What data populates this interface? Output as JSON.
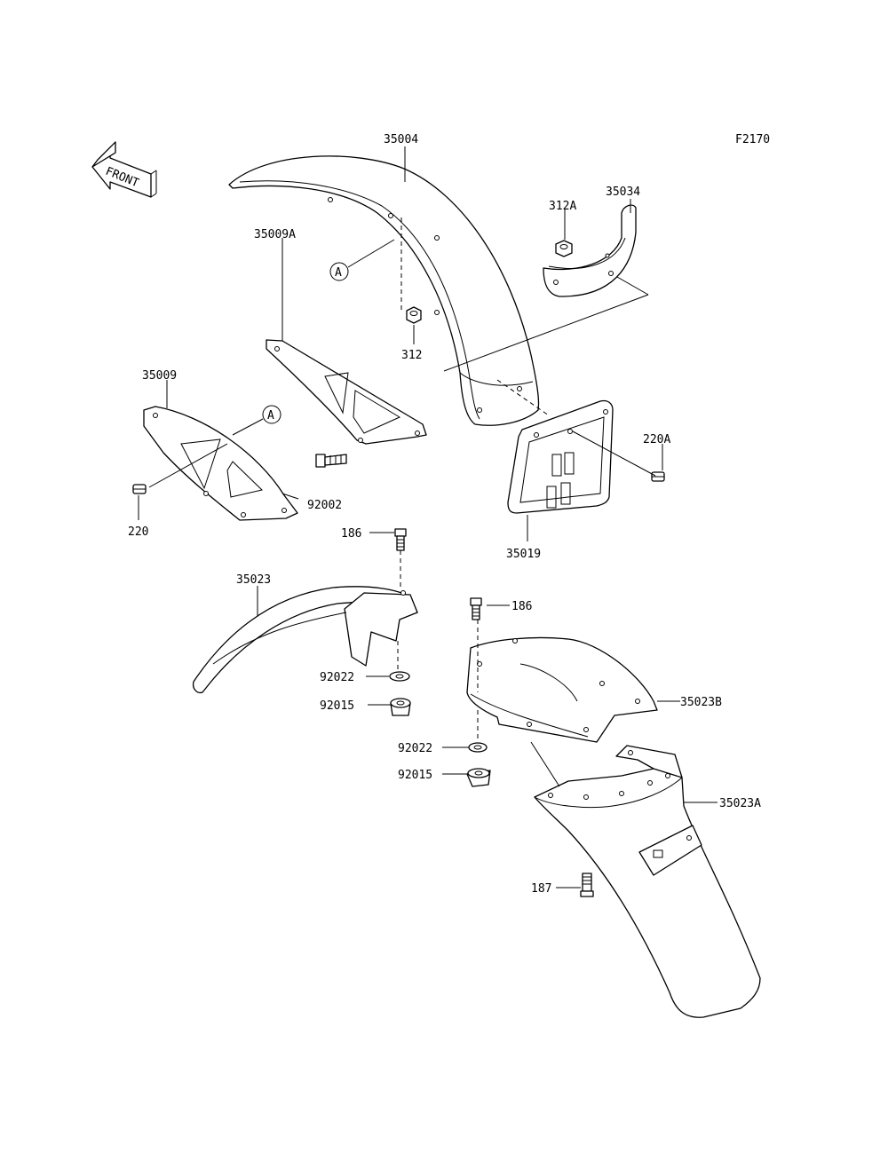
{
  "figure_code": "F2170",
  "front_label": "FRONT",
  "ref_marker": "A",
  "parts": {
    "p35004": "35004",
    "p35034": "35034",
    "p312A": "312A",
    "p312": "312",
    "p35009A": "35009A",
    "p35009": "35009",
    "p220A": "220A",
    "p92002": "92002",
    "p220": "220",
    "p35019": "35019",
    "p186_left": "186",
    "p35023": "35023",
    "p186_right": "186",
    "p35023B": "35023B",
    "p92022_left": "92022",
    "p92015_left": "92015",
    "p92022_right": "92022",
    "p92015_right": "92015",
    "p35023A": "35023A",
    "p187": "187"
  }
}
